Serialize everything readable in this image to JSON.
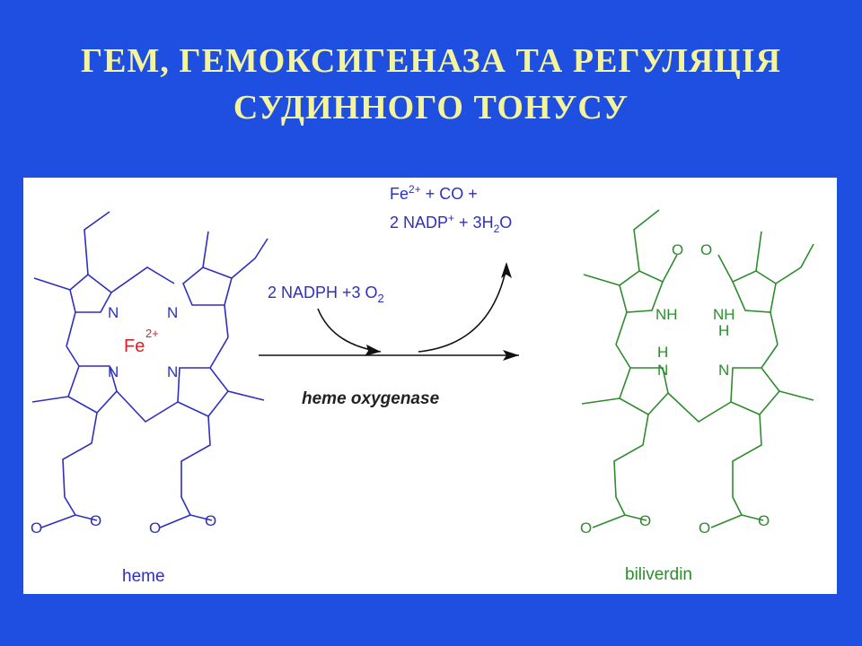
{
  "slide": {
    "title_line1": "ГЕМ, ГЕМОКСИГЕНАЗА ТА РЕГУЛЯЦІЯ",
    "title_line2": "СУДИННОГО ТОНУСУ"
  },
  "diagram": {
    "reactant_label": "heme",
    "product_label": "biliverdin",
    "iron": "Fe",
    "iron_charge": "2+",
    "enzyme": "heme oxygenase",
    "inputs": "2 NADPH +3 O",
    "inputs_sub": "2",
    "outputs_line1_a": "Fe",
    "outputs_line1_sup": "2+",
    "outputs_line1_b": " + CO +",
    "outputs_line2_a": "2 NADP",
    "outputs_line2_sup": "+",
    "outputs_line2_b": " +  3H",
    "outputs_line2_sub": "2",
    "outputs_line2_c": "O",
    "atom_N": "N",
    "atom_O": "O",
    "atom_NH": "NH",
    "atom_H": "H",
    "colors": {
      "heme": "#2f2fbf",
      "biliverdin": "#2e8b2e",
      "iron": "#e02020",
      "title": "#f4f49a",
      "background": "#1f4fe0"
    }
  }
}
